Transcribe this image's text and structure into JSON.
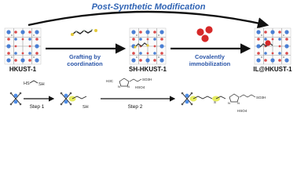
{
  "title": "Post-Synthetic Modification",
  "top": {
    "frameworks": [
      {
        "label": "HKUST-1"
      },
      {
        "label": "SH-HKUST-1"
      },
      {
        "label": "IL@HKUST-1"
      }
    ],
    "steps": [
      {
        "line1": "Grafting by",
        "line2": "coordination"
      },
      {
        "line1": "Covalently",
        "line2": "immobilization"
      }
    ]
  },
  "bottom": {
    "step1": "Step 1",
    "step2": "Step 2",
    "reagent1_atoms": [
      "HS",
      "SH"
    ],
    "reagent2_atoms": [
      "H3C",
      "N",
      "N",
      "SO3H",
      "HSO4"
    ],
    "mid_atom": "SH",
    "product_atoms": [
      "S",
      "N",
      "N",
      "SO3H",
      "HSO4"
    ]
  },
  "colors": {
    "title": "#2f63b4",
    "arrow": "#111111",
    "cu_node": "#4a7fd4",
    "linker": "#d94a4a",
    "ring": "#1b1b1b",
    "il_spheres": "#d62828",
    "highlight": "#e6ec61",
    "bottom_node": "#4f8ee8"
  },
  "icons": [
    "mof-crystal-icon",
    "thiol-ligand-icon",
    "ionic-liquid-spheres-icon"
  ]
}
